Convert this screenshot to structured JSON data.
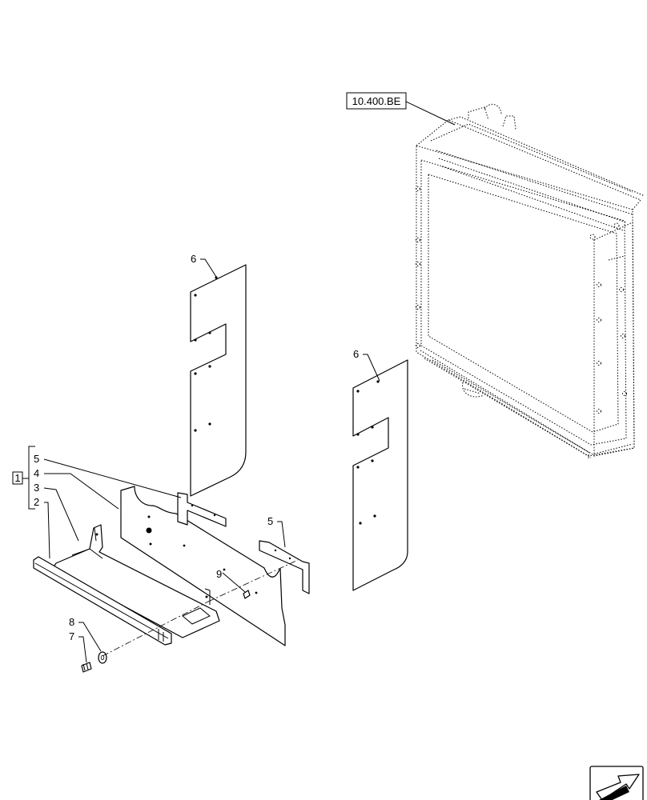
{
  "references": {
    "radiator": "10.400.BE"
  },
  "callouts": {
    "kit": "1",
    "item2": "2",
    "item3": "3",
    "item4": "4",
    "item5_left": "5",
    "item5_right": "5",
    "item6_left": "6",
    "item6_right": "6",
    "item7": "7",
    "item8": "8",
    "item9": "9"
  },
  "icons": {
    "navigation": "next-page-arrow-icon"
  }
}
